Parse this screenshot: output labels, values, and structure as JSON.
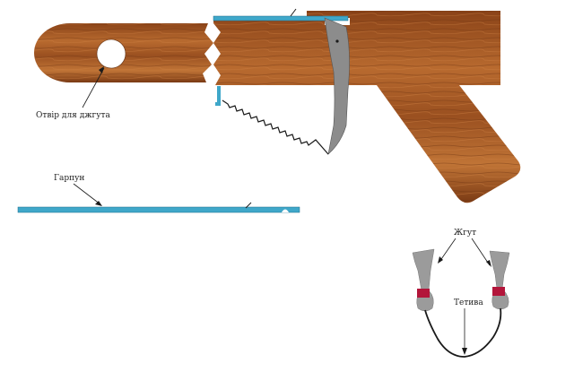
{
  "labels": {
    "hole": "Отвір  для  джгута",
    "harpoon": "Гарпун",
    "band": "Жгут",
    "string": "Тетива"
  },
  "colors": {
    "wood_light": "#b5652a",
    "wood_dark": "#7a3a14",
    "metal_blue": "#3fa7c9",
    "trigger_gray": "#8c8c8c",
    "band_gray": "#9b9b9b",
    "binding_red": "#b3153a",
    "line": "#1a1a1a"
  }
}
